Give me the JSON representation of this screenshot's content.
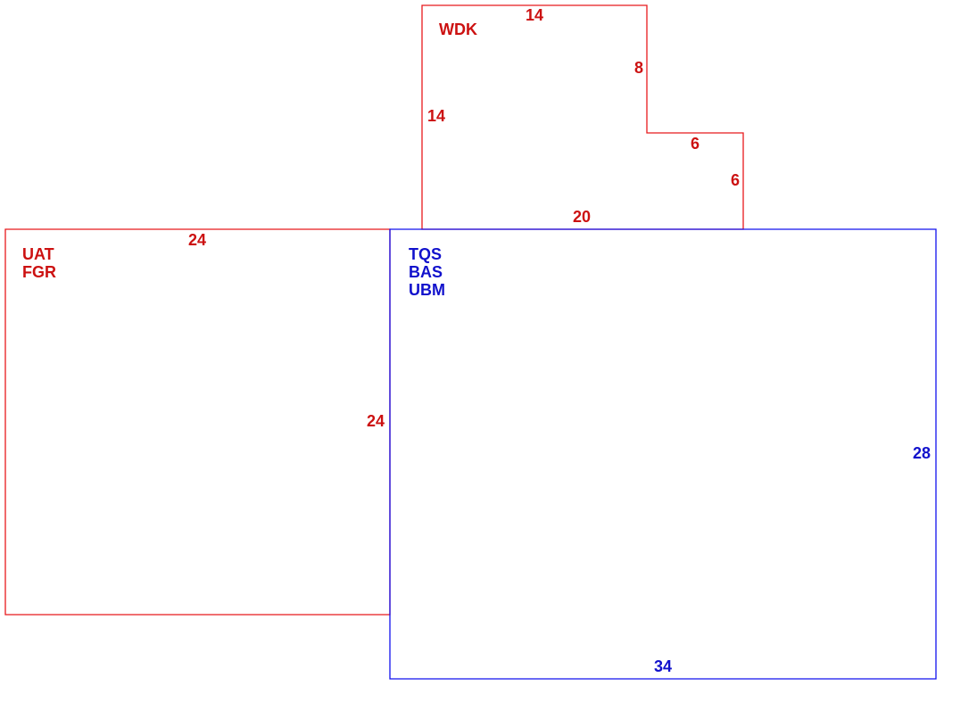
{
  "colors": {
    "red_areas": "#e8191c",
    "red_text": "#cc1111",
    "blue_area": "#1111ee",
    "blue_text": "#1111cc"
  },
  "areas": {
    "wdk": {
      "codes": [
        "WDK"
      ],
      "dimensions": {
        "top": "14",
        "right_upper": "8",
        "step": "6",
        "right_lower": "6",
        "bottom": "20",
        "left": "14"
      }
    },
    "uat_fgr": {
      "codes": [
        "UAT",
        "FGR"
      ],
      "dimensions": {
        "top": "24",
        "right": "24"
      }
    },
    "tqs_bas_ubm": {
      "codes": [
        "TQS",
        "BAS",
        "UBM"
      ],
      "dimensions": {
        "right": "28",
        "bottom": "34"
      }
    }
  }
}
